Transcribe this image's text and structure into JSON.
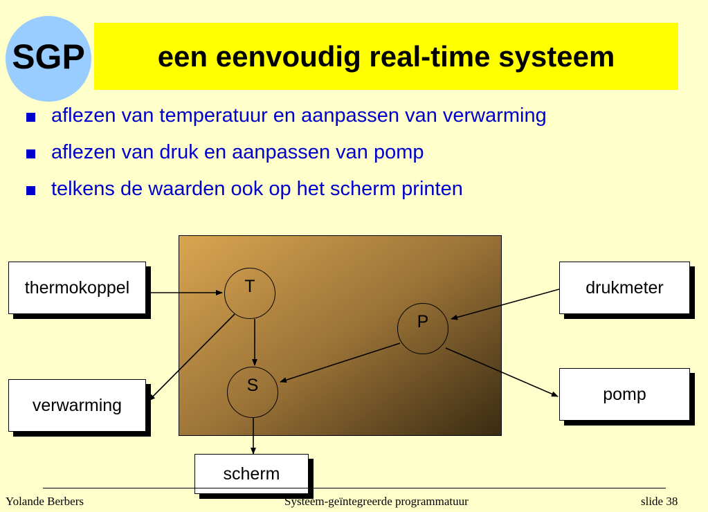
{
  "logo": {
    "text": "SGP",
    "color": "#99CCFF"
  },
  "title": {
    "text": "een eenvoudig real-time systeem",
    "background": "#FFFF00"
  },
  "bullets": [
    "aflezen van temperatuur en aanpassen van verwarming",
    "aflezen van druk en aanpassen van pomp",
    "telkens de waarden ook op het scherm printen"
  ],
  "diagram": {
    "boxes": {
      "thermokoppel": "thermokoppel",
      "verwarming": "verwarming",
      "drukmeter": "drukmeter",
      "pomp": "pomp",
      "scherm": "scherm"
    },
    "nodes": {
      "T": "T",
      "P": "P",
      "S": "S"
    },
    "edges": [
      [
        "thermokoppel",
        "T"
      ],
      [
        "T",
        "verwarming"
      ],
      [
        "T",
        "S"
      ],
      [
        "drukmeter",
        "P"
      ],
      [
        "P",
        "S"
      ],
      [
        "P",
        "pomp"
      ],
      [
        "S",
        "scherm"
      ]
    ]
  },
  "footer": {
    "left": "Yolande Berbers",
    "center": "Systeem-geïntegreerde programmatuur",
    "right": "slide 38"
  }
}
